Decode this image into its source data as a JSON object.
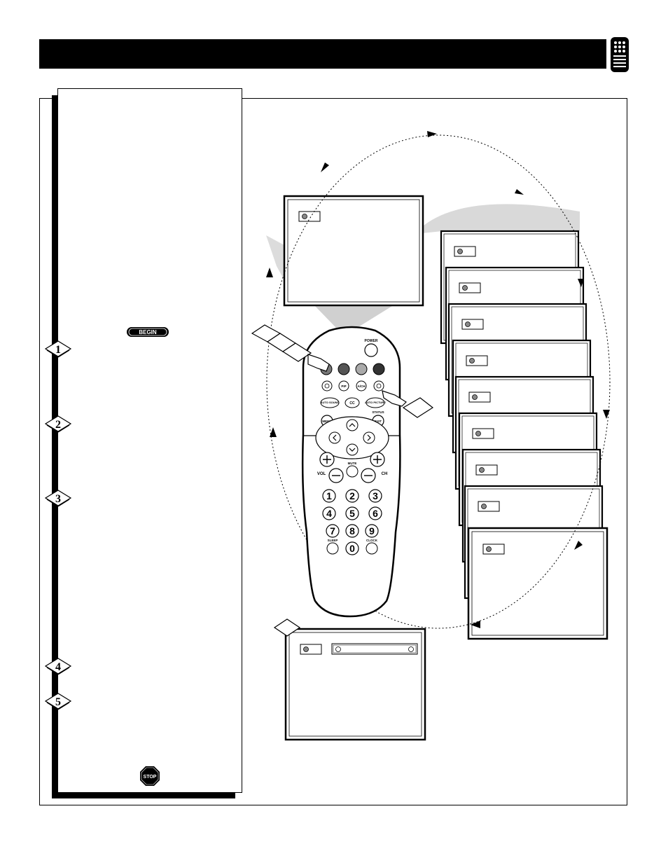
{
  "remote": {
    "power": "POWER",
    "pip": "PIP",
    "av": "A/CH",
    "auto_sound": "AUTO SOUND",
    "cc": "CC",
    "auto_picture": "AUTO PICTURE",
    "status": "STATUS",
    "menu": "MENU",
    "exit": "EXIT",
    "mute": "MUTE",
    "vol": "VOL",
    "ch": "CH",
    "sleep": "SLEEP",
    "clock": "CLOCK",
    "digits": [
      "1",
      "2",
      "3",
      "4",
      "5",
      "6",
      "7",
      "8",
      "9",
      "0"
    ]
  },
  "instructions": {
    "begin_badge": "BEGIN",
    "stop_badge": "STOP",
    "steps": [
      "1",
      "2",
      "3",
      "4",
      "5"
    ]
  },
  "colors": {
    "accent": "#000000",
    "light_gray": "#d9d9d9",
    "button_gray": "#777777",
    "button_light": "#aaaaaa",
    "button_dark": "#333333"
  }
}
